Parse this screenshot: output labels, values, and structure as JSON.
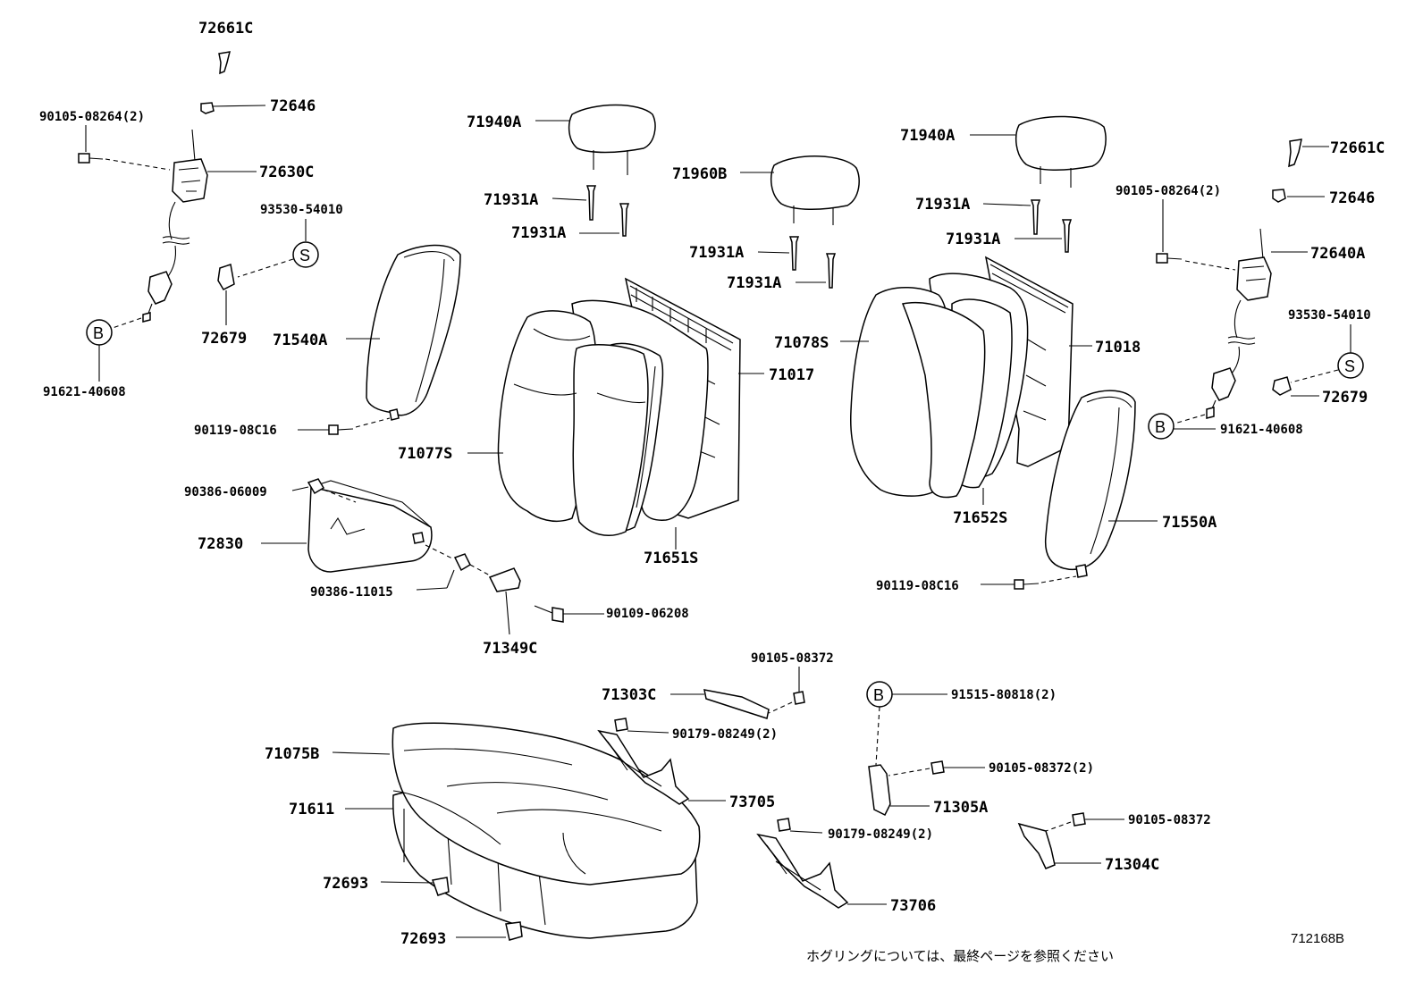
{
  "labels": {
    "p72661c_l": "72661C",
    "p72646_l": "72646",
    "p90105_08264_l": "90105-08264(2)",
    "p72630c": "72630C",
    "p93530_54010_l": "93530-54010",
    "p72679_l": "72679",
    "p71540a": "71540A",
    "p91621_40608_l": "91621-40608",
    "p90119_08c16_l": "90119-08C16",
    "p71940a_1": "71940A",
    "p71931a_1": "71931A",
    "p71931a_2": "71931A",
    "p71960b": "71960B",
    "p71931a_3": "71931A",
    "p71931a_4": "71931A",
    "p71940a_2": "71940A",
    "p71931a_5": "71931A",
    "p71931a_6": "71931A",
    "p72661c_r": "72661C",
    "p90105_08264_r": "90105-08264(2)",
    "p72646_r": "72646",
    "p72640a": "72640A",
    "p93530_54010_r": "93530-54010",
    "p72679_r": "72679",
    "p91621_40608_r": "91621-40608",
    "p71017": "71017",
    "p71077s": "71077S",
    "p71651s": "71651S",
    "p71078s": "71078S",
    "p71018": "71018",
    "p71652s": "71652S",
    "p71550a": "71550A",
    "p90119_08c16_r": "90119-08C16",
    "p90386_06009": "90386-06009",
    "p72830": "72830",
    "p90386_11015": "90386-11015",
    "p90109_06208": "90109-06208",
    "p71349c": "71349C",
    "p90105_08372_a": "90105-08372",
    "p71303c": "71303C",
    "p90179_08249_a": "90179-08249(2)",
    "p91515_80818": "91515-80818(2)",
    "p90105_08372_b": "90105-08372(2)",
    "p71305a": "71305A",
    "p71075b": "71075B",
    "p73705": "73705",
    "p71611": "71611",
    "p90179_08249_b": "90179-08249(2)",
    "p90105_08372_c": "90105-08372",
    "p71304c": "71304C",
    "p72693_a": "72693",
    "p73706": "73706",
    "p72693_b": "72693"
  },
  "markers": {
    "s_left": "S",
    "b_left": "B",
    "s_right": "S",
    "b_right": "B",
    "b_center": "B"
  },
  "footer": {
    "note": "ホグリングについては、最終ページを参照ください",
    "code": "712168B"
  }
}
